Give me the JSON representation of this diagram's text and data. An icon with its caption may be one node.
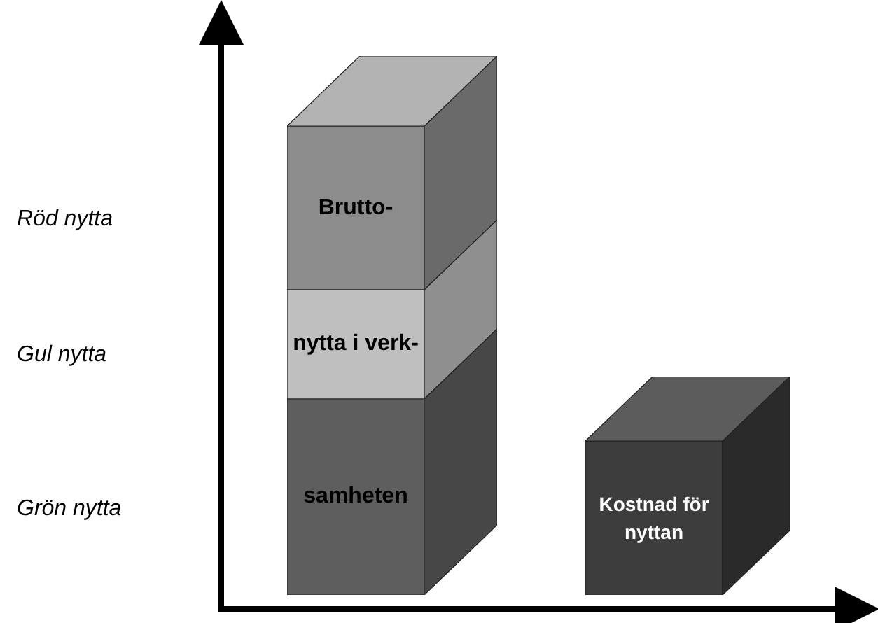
{
  "diagram": {
    "nodes": [
      {
        "text": [
          "Brutto-"
        ]
      },
      {
        "text": [
          "nytta i verk-"
        ]
      },
      {
        "text": [
          "samheten"
        ]
      },
      {
        "text": [
          "Kostnad för nyttan"
        ]
      }
    ],
    "labels": [
      "Röd nytta",
      "Gul nytta",
      "Grön nytta"
    ]
  }
}
